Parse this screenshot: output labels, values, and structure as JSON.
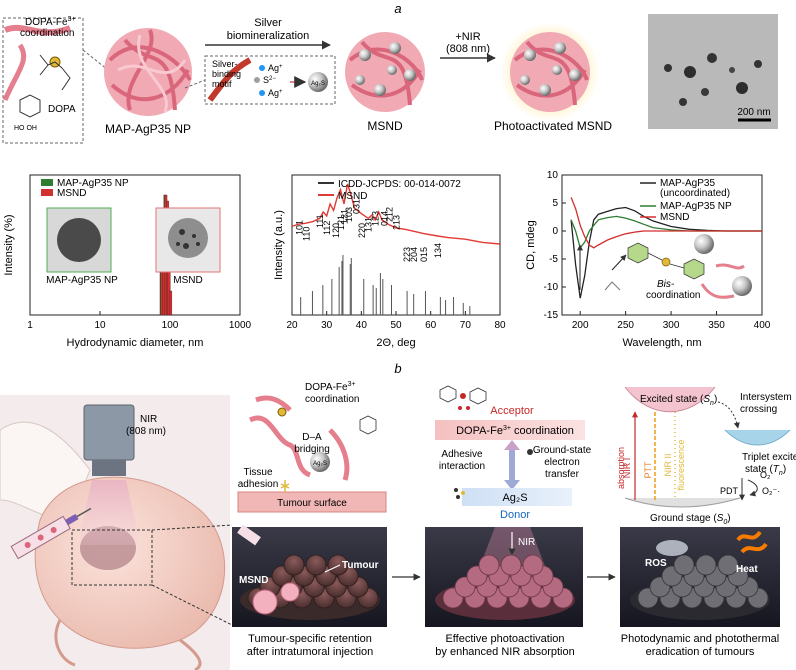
{
  "panel_a_label": "a",
  "panel_b_label": "b",
  "top": {
    "inset_label_1": "DOPA-Fe",
    "inset_label_1_sup": "3+",
    "inset_label_2": "coordination",
    "dopa_label": "DOPA",
    "np_label": "MAP-AgP35 NP",
    "arrow1_line1": "Silver",
    "arrow1_line2": "biomineralization",
    "motif_line1": "Silver-",
    "motif_line2": "binding",
    "motif_line3": "motif",
    "ion_ag": "Ag",
    "ion_s": "S",
    "ag2s": "Ag₂S",
    "msnd_label": "MSND",
    "arrow2_line1": "+NIR",
    "arrow2_line2": "(808 nm)",
    "photo_label": "Photoactivated MSND",
    "scalebar": "200 nm"
  },
  "chart_data": [
    {
      "type": "bar",
      "xlabel": "Hydrodynamic diameter, nm",
      "ylabel": "Intensity (%)",
      "xscale": "log",
      "xlim": [
        1,
        1000
      ],
      "xticks": [
        "1",
        "10",
        "100",
        "1000"
      ],
      "series": [
        {
          "name": "MAP-AgP35 NP",
          "color": "#2e7d32",
          "x": [
            75,
            80,
            85,
            90,
            95,
            100
          ],
          "values": [
            0.55,
            0.85,
            1.0,
            0.9,
            0.5,
            0.15
          ]
        },
        {
          "name": "MSND",
          "color": "#d32f2f",
          "x": [
            77,
            82,
            87,
            92,
            97,
            102
          ],
          "values": [
            0.45,
            0.8,
            1.0,
            0.95,
            0.6,
            0.2
          ]
        }
      ],
      "inset_labels": [
        "MAP-AgP35 NP",
        "MSND"
      ]
    },
    {
      "type": "line",
      "xlabel": "2Θ, deg",
      "ylabel": "Intensity (a.u.)",
      "xlim": [
        20,
        80
      ],
      "xticks": [
        "20",
        "30",
        "40",
        "50",
        "60",
        "70",
        "80"
      ],
      "legend": [
        "ICDD-JCPDS: 00-014-0072",
        "MSND"
      ],
      "peaks": [
        "101",
        "110",
        "111",
        "112",
        "120",
        "121",
        "121",
        "103",
        "031",
        "220",
        "131",
        "123",
        "014",
        "212",
        "213",
        "223",
        "204",
        "015",
        "134"
      ],
      "reference_x": [
        22.5,
        25.9,
        28.9,
        31.5,
        33.6,
        34.4,
        34.7,
        36.8,
        37.1,
        40.7,
        43.4,
        44.3,
        45.5,
        46.2,
        48.7,
        53.2,
        55.1,
        58.5,
        62.8,
        64.3,
        66.6,
        69.4,
        71.3
      ],
      "reference_y": [
        0.3,
        0.4,
        0.5,
        0.6,
        0.8,
        0.9,
        1.0,
        0.85,
        0.95,
        0.6,
        0.5,
        0.45,
        0.7,
        0.6,
        0.5,
        0.4,
        0.35,
        0.4,
        0.3,
        0.25,
        0.3,
        0.2,
        0.15
      ],
      "msnd_x": [
        20,
        22,
        24,
        26,
        28,
        29,
        30,
        31,
        32,
        33,
        34,
        35,
        36,
        37,
        38,
        40,
        42,
        43,
        44,
        45,
        46,
        48,
        50,
        53,
        55,
        58,
        62,
        65,
        70,
        75,
        80
      ],
      "msnd_y": [
        0.42,
        0.45,
        0.46,
        0.48,
        0.52,
        0.6,
        0.55,
        0.7,
        0.62,
        0.78,
        0.88,
        0.7,
        0.95,
        0.82,
        0.65,
        0.58,
        0.52,
        0.56,
        0.5,
        0.6,
        0.5,
        0.44,
        0.4,
        0.38,
        0.36,
        0.33,
        0.3,
        0.28,
        0.26,
        0.22,
        0.2
      ],
      "series_colors": [
        "#333333",
        "#e53935"
      ]
    },
    {
      "type": "line",
      "xlabel": "Wavelength, nm",
      "ylabel": "CD, mdeg",
      "xlim": [
        180,
        400
      ],
      "ylim": [
        -15,
        10
      ],
      "xticks": [
        "200",
        "250",
        "300",
        "350",
        "400"
      ],
      "yticks": [
        "10",
        "5",
        "0",
        "-5",
        "-10",
        "-15"
      ],
      "legend": [
        "MAP-AgP35\n(uncoordinated)",
        "MAP-AgP35 NP",
        "MSND"
      ],
      "series": [
        {
          "name": "MAP-AgP35 (uncoordinated)",
          "color": "#222222",
          "x": [
            190,
            195,
            200,
            205,
            210,
            215,
            220,
            230,
            240,
            250,
            260,
            270,
            280,
            300,
            320,
            340,
            360,
            380,
            400
          ],
          "y": [
            2,
            -6,
            -12,
            -8,
            -2,
            2,
            3,
            3.5,
            4,
            4.2,
            3.6,
            2.6,
            1.8,
            0.8,
            0.3,
            0.1,
            0,
            0,
            0
          ]
        },
        {
          "name": "MAP-AgP35 NP",
          "color": "#2e7d32",
          "x": [
            190,
            195,
            200,
            205,
            210,
            215,
            220,
            230,
            240,
            250,
            260,
            270,
            280,
            300,
            320,
            340,
            360,
            380,
            400
          ],
          "y": [
            2,
            0,
            -3,
            -2,
            0,
            1,
            2,
            2.4,
            2.6,
            2.3,
            1.8,
            1.2,
            0.6,
            0.2,
            0,
            0,
            0,
            0,
            0
          ]
        },
        {
          "name": "MSND",
          "color": "#d32f2f",
          "x": [
            190,
            195,
            200,
            205,
            210,
            215,
            220,
            230,
            240,
            250,
            260,
            270,
            280,
            300,
            320,
            340,
            360,
            380,
            400
          ],
          "y": [
            6,
            4,
            1,
            -1,
            -2.5,
            -3,
            -2.5,
            -1.6,
            -1,
            -0.5,
            -0.2,
            0,
            0,
            0,
            0,
            0,
            0,
            0,
            0
          ]
        }
      ],
      "annotation": [
        "Bis-",
        "coordination"
      ]
    }
  ],
  "bottom": {
    "nir_line1": "NIR",
    "nir_line2": "(808 nm)",
    "dopa_fe_line1": "DOPA-Fe",
    "dopa_fe_sup": "3+",
    "dopa_fe_line2": "coordination",
    "da_line1": "D–A",
    "da_line2": "bridging",
    "tissue_line1": "Tissue",
    "tissue_line2": "adhesion",
    "tumour_surface": "Tumour surface",
    "ag2s_small": "Ag₂S",
    "acceptor": "Acceptor",
    "acceptor_coord": "DOPA-Fe",
    "acceptor_coord_sup": "3+",
    "acceptor_coord_tail": " coordination",
    "adhesive_line1": "Adhesive",
    "adhesive_line2": "interaction",
    "gs_line1": "Ground-state",
    "gs_line2": "electron",
    "gs_line3": "transfer",
    "donor_box": "Ag₂S",
    "donor": "Donor",
    "excited": "Excited state (",
    "excited_sym": "S",
    "excited_sub": "n",
    "isc_line1": "Intersystem",
    "isc_line2": "crossing",
    "triplet_line1": "Triplet excited",
    "triplet_line2": "state (",
    "triplet_sym": "T",
    "triplet_sub": "n",
    "nir1": "NIR I",
    "nir1b": "absorption",
    "ptt": "PTT",
    "nirii": "NIR II",
    "nirii_b": "fluorescence",
    "pdt": "PDT",
    "o2": "O₂",
    "o2_radical": "O₂⁻·",
    "ground": "Ground stage (",
    "ground_sym": "S",
    "ground_sub": "0",
    "msnd": "MSND",
    "tumour": "Tumour",
    "nir_tag": "NIR",
    "ros": "ROS",
    "heat": "Heat",
    "cap1_l1": "Tumour-specific retention",
    "cap1_l2": "after intratumoral injection",
    "cap2_l1": "Effective photoactivation",
    "cap2_l2": "by enhanced NIR absorption",
    "cap3_l1": "Photodynamic and photothermal",
    "cap3_l2": "eradication of tumours"
  }
}
